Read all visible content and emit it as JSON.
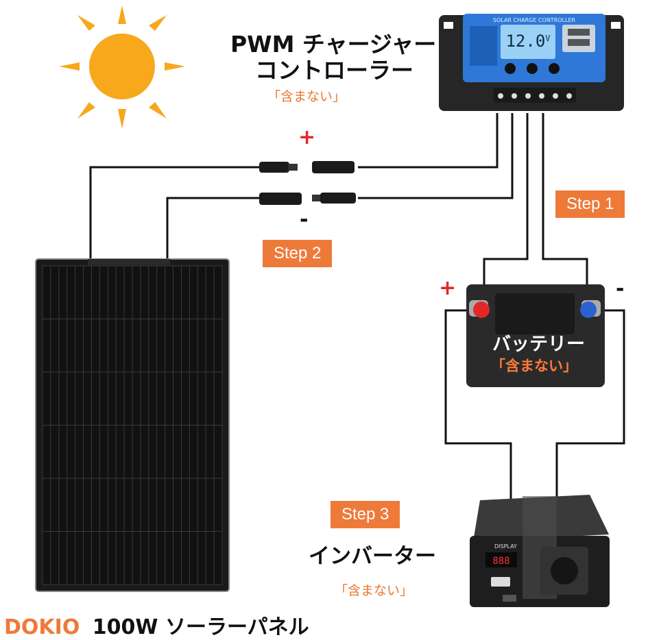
{
  "controller": {
    "title": "PWM チャージャー",
    "title2": "コントローラー",
    "note": "「含まない」",
    "panel_header": "SOLAR CHARGE CONTROLLER",
    "lcd_value": "12.0",
    "lcd_unit": "V"
  },
  "steps": {
    "step1": "Step 1",
    "step2": "Step 2",
    "step3": "Step 3"
  },
  "signs": {
    "plus": "+",
    "minus": "-"
  },
  "battery": {
    "label": "バッテリー",
    "note": "「含まない」"
  },
  "inverter": {
    "label": "インバーター",
    "note": "「含まない」",
    "display_label": "DISPLAY",
    "display_value": "888"
  },
  "panel_caption": {
    "brand": "DOKIO",
    "rest": "100W ソーラーパネル"
  },
  "colors": {
    "accent": "#ee7a3a",
    "plus": "#e12828",
    "controller_blue": "#2f78d8"
  }
}
